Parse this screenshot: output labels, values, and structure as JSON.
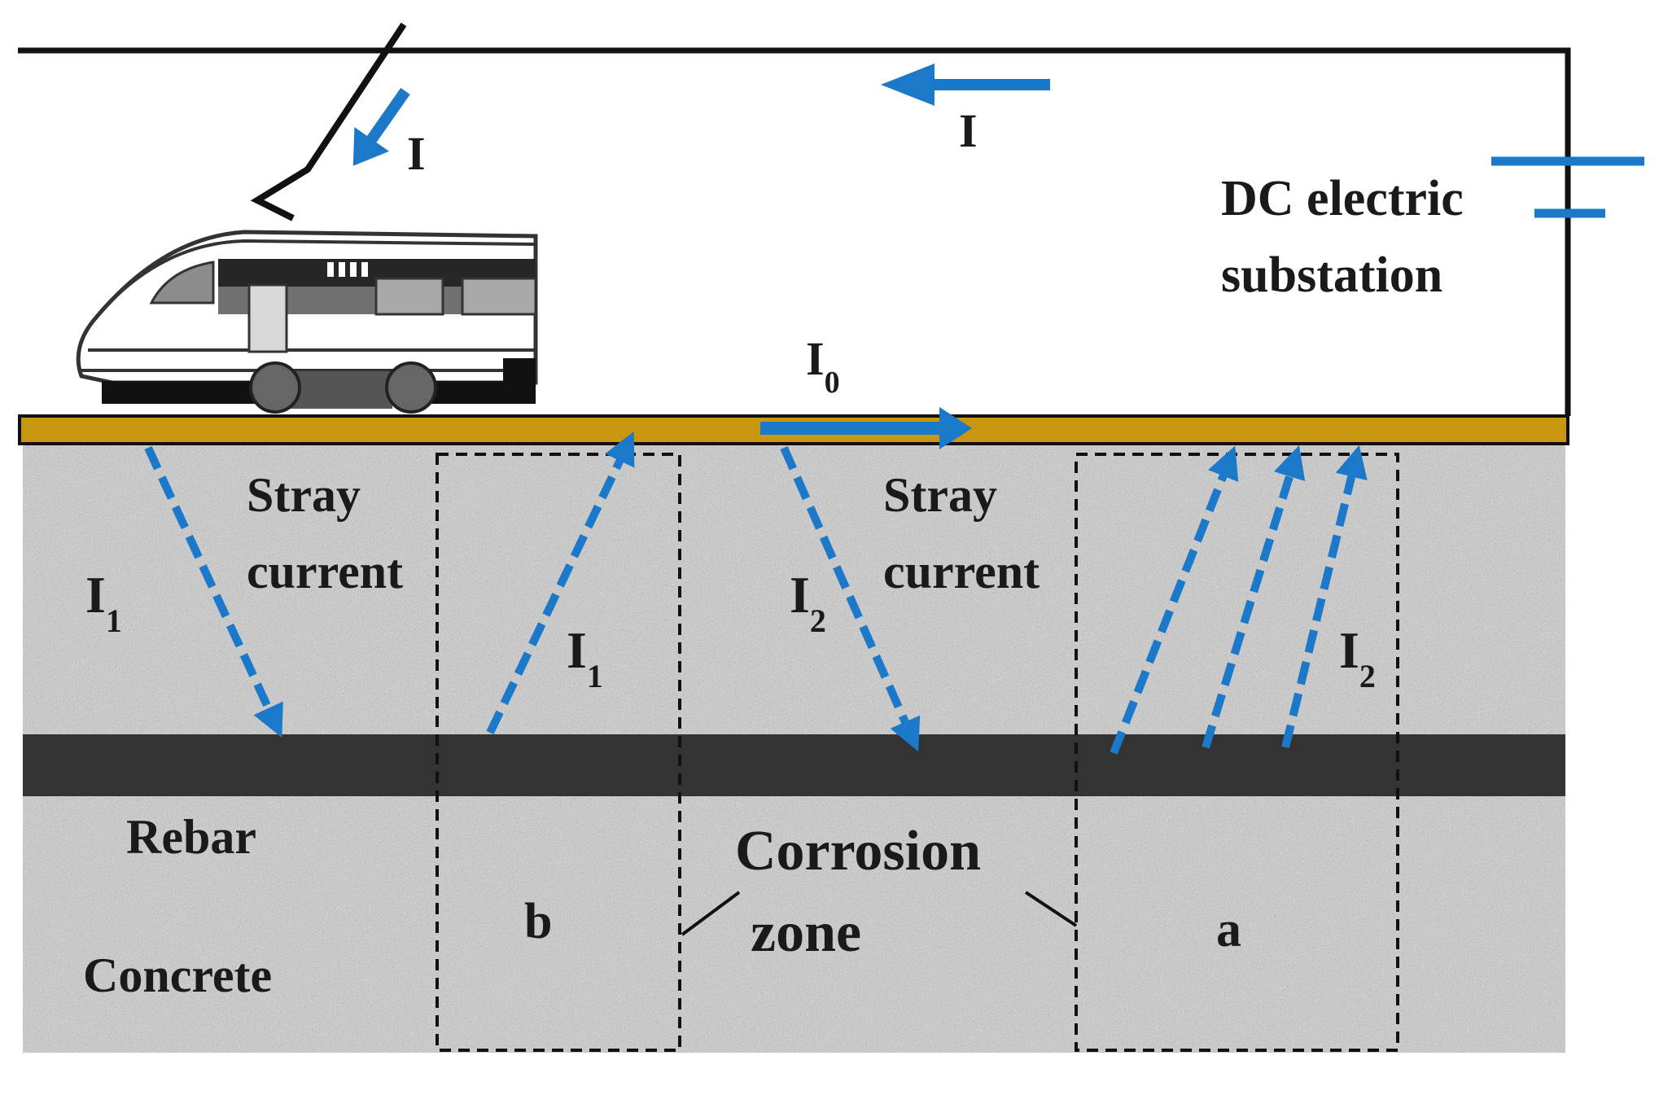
{
  "colors": {
    "current": "#1c78c8",
    "rail": "#c9960f",
    "rebar": "#333333",
    "concrete": "#d5d5d5",
    "wire": "#111111"
  },
  "labels": {
    "current_top": "I",
    "current_pantograph": "I",
    "current_rail_main": "I",
    "current_rail_sub": "0",
    "substation_line1": "DC electric",
    "substation_line2": "substation",
    "stray_left_line1": "Stray",
    "stray_left_line2": "current",
    "stray_right_line1": "Stray",
    "stray_right_line2": "current",
    "i1_left_main": "I",
    "i1_left_sub": "1",
    "i1_zone_main": "I",
    "i1_zone_sub": "1",
    "i2_left_main": "I",
    "i2_left_sub": "2",
    "i2_zone_main": "I",
    "i2_zone_sub": "2",
    "rebar": "Rebar",
    "concrete": "Concrete",
    "corrosion_line1": "Corrosion",
    "corrosion_line2": "zone",
    "zone_b": "b",
    "zone_a": "a"
  }
}
